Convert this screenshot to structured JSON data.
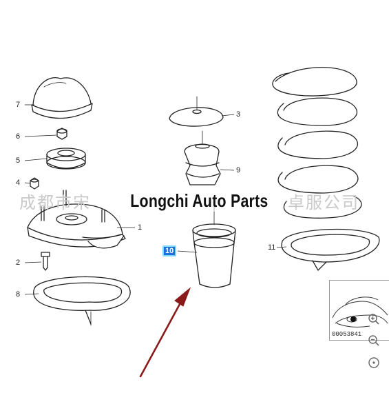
{
  "overlay": {
    "title": "Longchi Auto Parts"
  },
  "watermark": {
    "left": "成都市宋",
    "right": "卓服公司"
  },
  "callouts": [
    "7",
    "6",
    "5",
    "4",
    "1",
    "2",
    "8",
    "3",
    "9",
    "10",
    "11"
  ],
  "thumbnail": {
    "code": "00053841"
  },
  "controls": {
    "zoom_in_icon": "zoom-in-icon",
    "zoom_out_icon": "zoom-out-icon",
    "reset_icon": "reset-view-icon"
  },
  "colors": {
    "arrow": "#8b1a1a",
    "highlight": "#1f6fd6",
    "line": "#222222"
  }
}
